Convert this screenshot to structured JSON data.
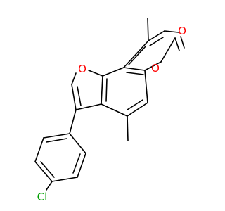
{
  "molecule": {
    "atoms": {
      "o_carbonyl": {
        "symbol": "O"
      },
      "o_pyranone": {
        "symbol": "O"
      },
      "o_furan": {
        "symbol": "O"
      },
      "cl": {
        "symbol": "Cl"
      }
    }
  },
  "colors": {
    "oxygen": "#ff0000",
    "chlorine": "#00a000",
    "bond": "#000000",
    "background": "#ffffff"
  }
}
